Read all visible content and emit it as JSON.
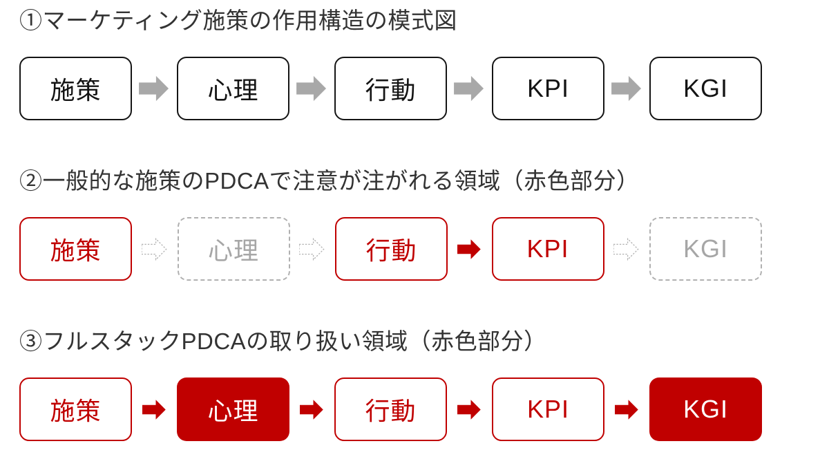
{
  "colors": {
    "accent_red": "#C00000",
    "arrow_gray": "#A8A8A8",
    "dashed_gray": "#B0B0B0",
    "muted_text_gray": "#A6A6A6",
    "title_text": "#333333",
    "box_black": "#141414"
  },
  "sections": [
    {
      "title": "①マーケティング施策の作用構造の模式図",
      "boxes": [
        {
          "label": "施策",
          "style": "outline-black"
        },
        {
          "label": "心理",
          "style": "outline-black"
        },
        {
          "label": "行動",
          "style": "outline-black"
        },
        {
          "label": "KPI",
          "style": "outline-black"
        },
        {
          "label": "KGI",
          "style": "outline-black"
        }
      ],
      "arrows": [
        "gray",
        "gray",
        "gray",
        "gray"
      ]
    },
    {
      "title": "②一般的な施策のPDCAで注意が注がれる領域（赤色部分）",
      "boxes": [
        {
          "label": "施策",
          "style": "outline-red"
        },
        {
          "label": "心理",
          "style": "dashed-gray"
        },
        {
          "label": "行動",
          "style": "outline-red"
        },
        {
          "label": "KPI",
          "style": "outline-red"
        },
        {
          "label": "KGI",
          "style": "dashed-gray"
        }
      ],
      "arrows": [
        "dashed",
        "dashed",
        "red",
        "dashed"
      ]
    },
    {
      "title": "③フルスタックPDCAの取り扱い領域（赤色部分）",
      "boxes": [
        {
          "label": "施策",
          "style": "outline-red"
        },
        {
          "label": "心理",
          "style": "solid-red"
        },
        {
          "label": "行動",
          "style": "outline-red"
        },
        {
          "label": "KPI",
          "style": "outline-red"
        },
        {
          "label": "KGI",
          "style": "solid-red"
        }
      ],
      "arrows": [
        "red",
        "red",
        "red",
        "red"
      ]
    }
  ]
}
